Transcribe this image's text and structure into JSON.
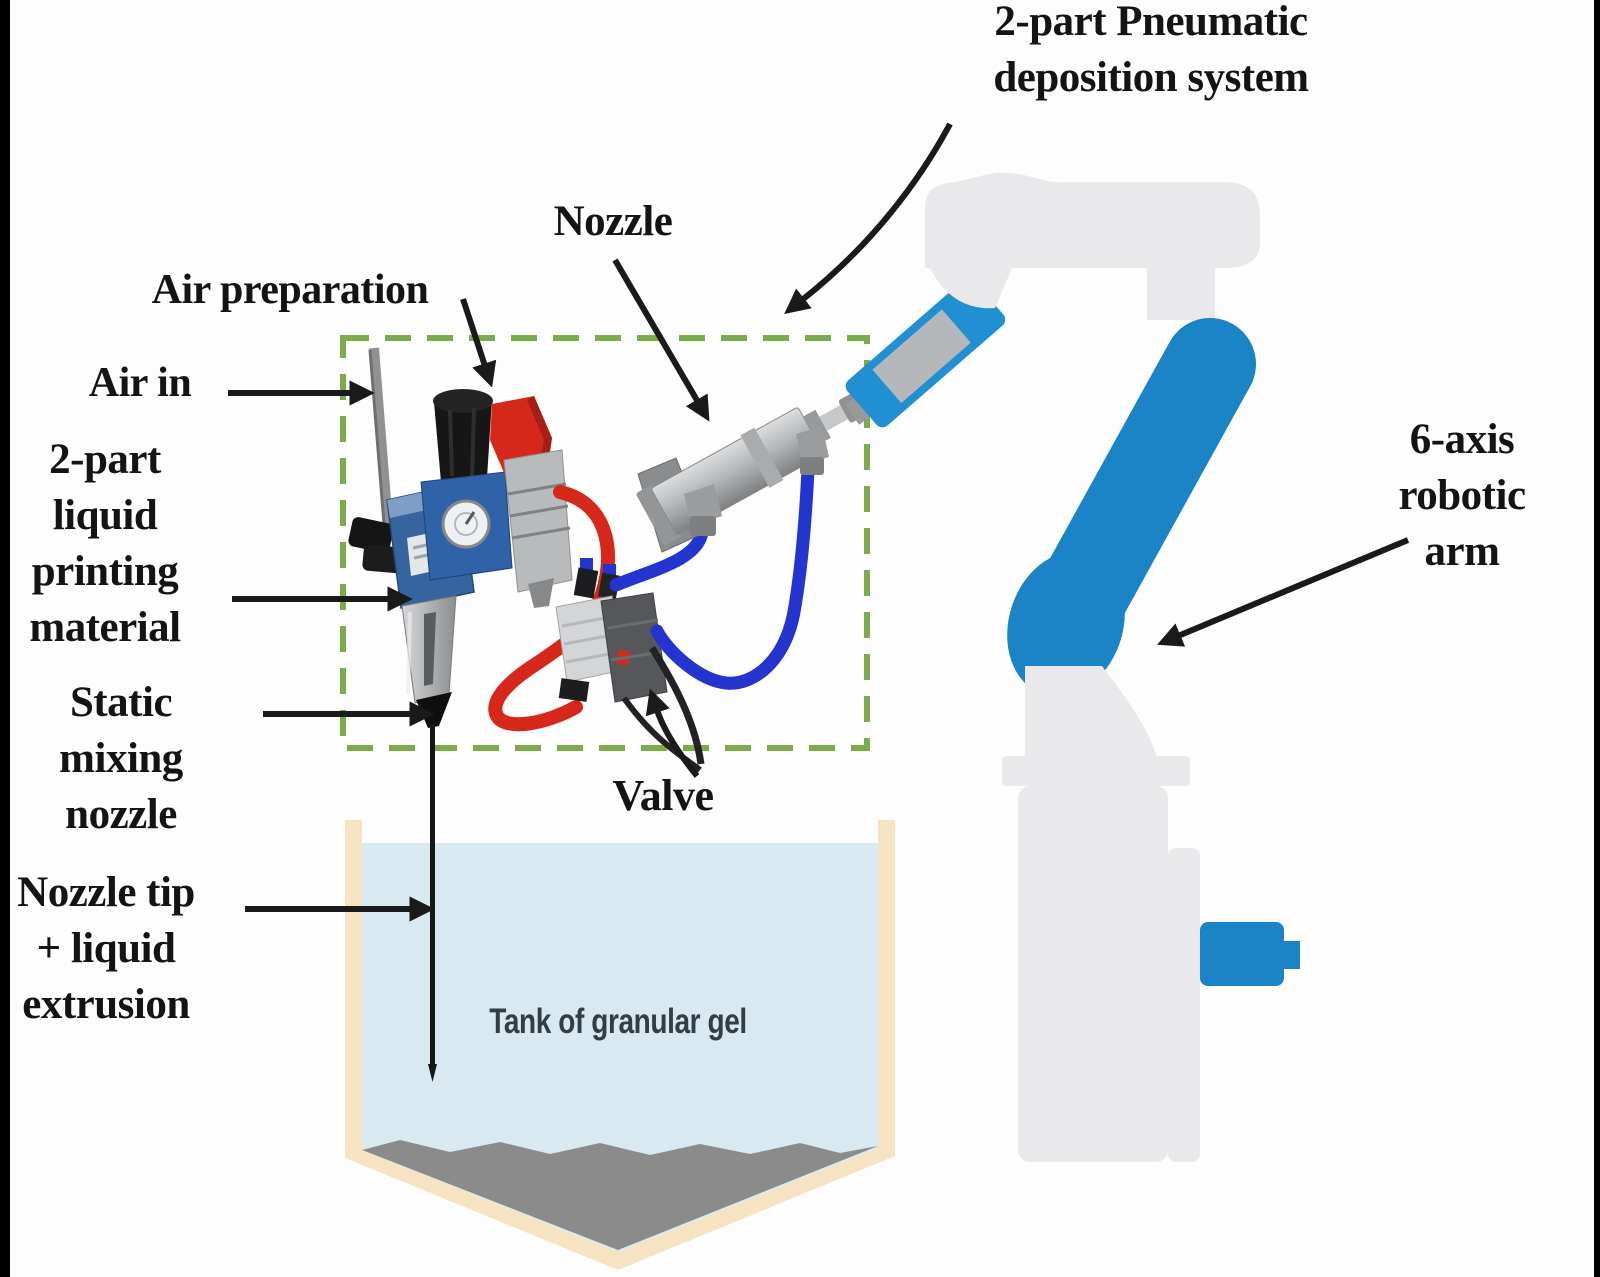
{
  "diagram": {
    "title": "2-part pneumatic deposition system on a 6-axis robotic arm",
    "labels": {
      "pneumatic_system": "2-part Pneumatic\ndeposition system",
      "nozzle": "Nozzle",
      "air_preparation": "Air preparation",
      "air_in": "Air in",
      "printing_material": "2-part\nliquid\nprinting\nmaterial",
      "static_mixing_nozzle": "Static\nmixing\nnozzle",
      "nozzle_tip": "Nozzle tip\n+ liquid\nextrusion",
      "valve": "Valve",
      "robotic_arm": "6-axis robotic\narm",
      "tank": "Tank of granular gel"
    },
    "colors": {
      "robot_blue": "#1b84c6",
      "dashed_box_green": "#7cab4a",
      "tube_red": "#d5281b",
      "tube_blue": "#2334cf",
      "tank_wall_tan": "#f6e3c2",
      "gel_liquid_blue": "#d9e9f2",
      "granular_gel_gray": "#8b8b8b",
      "label_text": "#141414",
      "robot_gray": "#e9e9eb"
    }
  }
}
